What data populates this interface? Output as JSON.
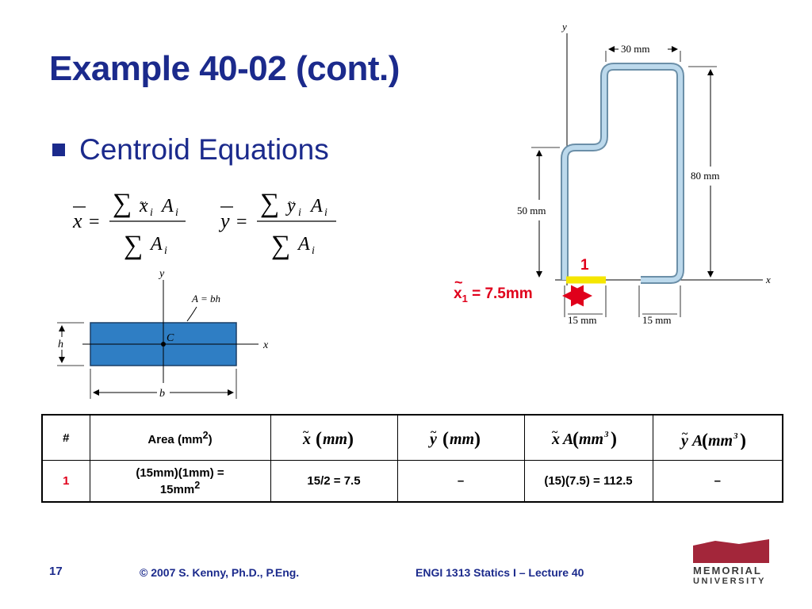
{
  "slide": {
    "title": "Example 40-02 (cont.)",
    "bullet": "Centroid Equations",
    "number": "17",
    "copyright": "© 2007 S. Kenny, Ph.D., P.Eng.",
    "course": "ENGI 1313 Statics I – Lecture 40"
  },
  "equations": {
    "x_bar": "x",
    "y_bar": "y",
    "equals": "=",
    "sum": "∑",
    "x_tilde": "x",
    "y_tilde": "y",
    "A": "A",
    "i": "i"
  },
  "rect_figure": {
    "y_label": "y",
    "x_label": "x",
    "area_label": "A = bh",
    "centroid_label": "C",
    "h_label": "h",
    "b_label": "b"
  },
  "z_figure": {
    "y_label": "y",
    "x_label": "x",
    "dim_top": "30 mm",
    "dim_height": "80 mm",
    "dim_left": "50 mm",
    "dim_bl": "15 mm",
    "dim_br": "15 mm",
    "segment_number": "1",
    "x1_x": "x",
    "x1_sub": "1",
    "x1_value": " = 7.5mm"
  },
  "table": {
    "headers": {
      "num": "#",
      "area": "Area (mm",
      "area_sup": "2",
      "area_close": ")",
      "xt": "x",
      "yt": "y",
      "mm": "mm",
      "lp": "(",
      "rp": ")",
      "A": "A",
      "cube": "3"
    },
    "rows": [
      {
        "num": "1",
        "area_line1": "(15mm)(1mm) =",
        "area_line2": "15mm",
        "area_sup": "2",
        "x": "15/2 = 7.5",
        "y": "–",
        "xA": "(15)(7.5) = 112.5",
        "yA": "–"
      }
    ]
  },
  "logo": {
    "line1": "MEMORIAL",
    "line2": "UNIVERSITY"
  },
  "colors": {
    "title_blue": "#1b2a8c",
    "highlight_red": "#e0001b",
    "segment_yellow": "#f5e600",
    "rect_blue": "#2f7ec4",
    "rod_blue": "#bcd9ec",
    "logo_red": "#a3263a"
  }
}
